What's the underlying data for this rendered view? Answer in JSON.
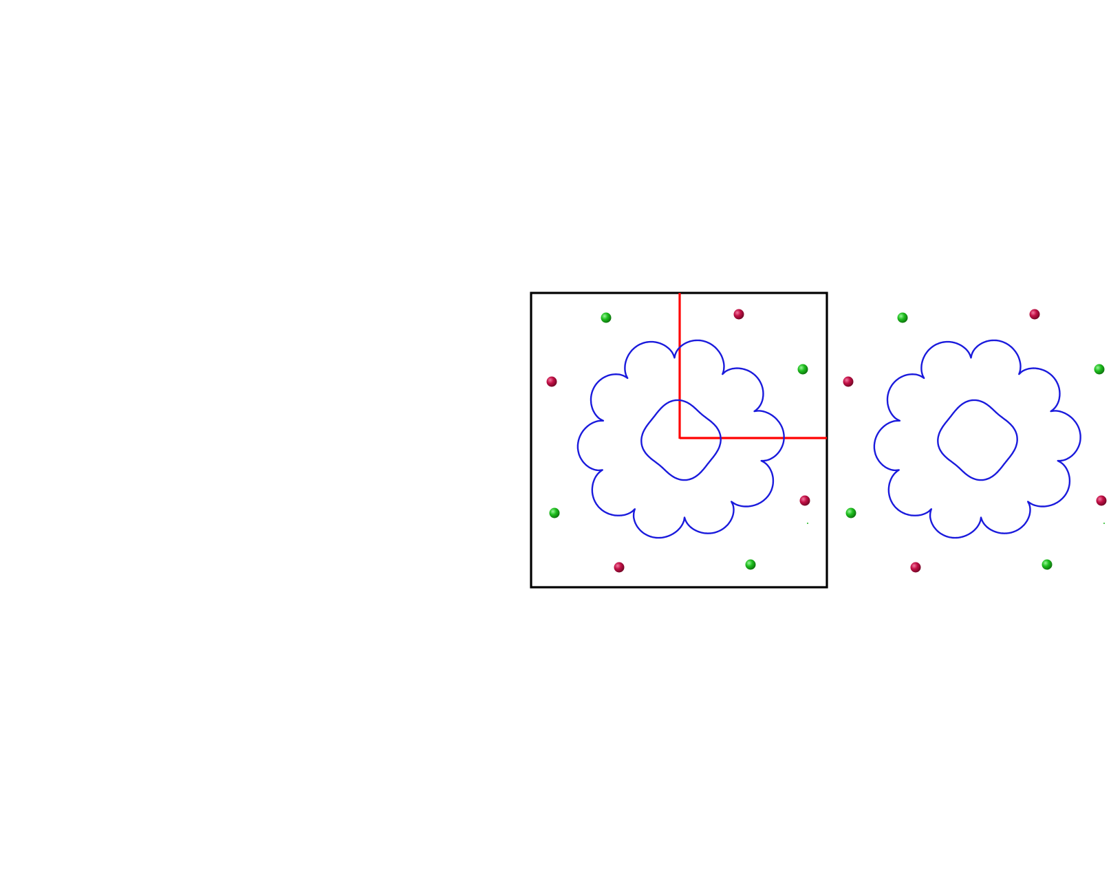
{
  "colors": {
    "background": "#ffffff",
    "unit_cell_border": "#000000",
    "axes": "#ff0000",
    "contour": "#1a1adc",
    "atom_green": "#1db81d",
    "atom_red": "#c0103f"
  },
  "diagram": {
    "kind": "crystal-structure-contour-plot",
    "panels": [
      {
        "name": "unit-cell",
        "framed": true,
        "shows_axes": true,
        "contour_shape": "ring-with-10-lobes",
        "atoms": [
          {
            "color": "green"
          },
          {
            "color": "red"
          },
          {
            "color": "red"
          },
          {
            "color": "green"
          },
          {
            "color": "green"
          },
          {
            "color": "red"
          },
          {
            "color": "red"
          },
          {
            "color": "green"
          }
        ]
      },
      {
        "name": "periodic-image",
        "framed": false,
        "shows_axes": false,
        "contour_shape": "ring-with-10-lobes",
        "atoms": [
          {
            "color": "green"
          },
          {
            "color": "red"
          },
          {
            "color": "red"
          },
          {
            "color": "green"
          },
          {
            "color": "green"
          },
          {
            "color": "red"
          },
          {
            "color": "red"
          },
          {
            "color": "green"
          }
        ]
      }
    ]
  }
}
